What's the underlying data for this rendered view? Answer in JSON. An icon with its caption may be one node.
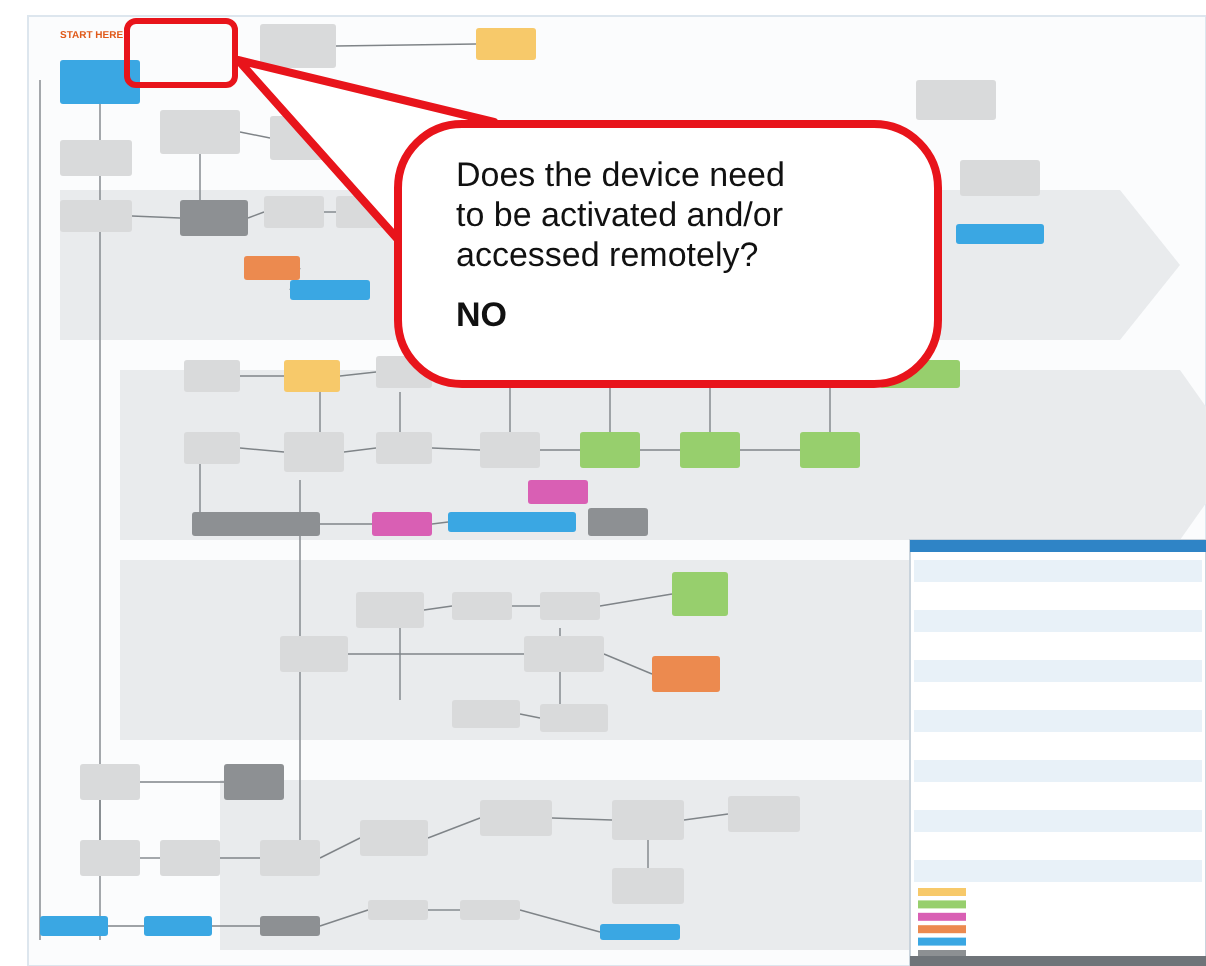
{
  "diagram": {
    "nodes": [
      {
        "text": [
          "Does the device need to be activated and/or accessed remotely?",
          "NO"
        ]
      },
      {
        "text": [],
        "shape": "box"
      }
    ],
    "edges": [
      {
        "from": 0,
        "to": 1,
        "arrow": "both",
        "style": "thick"
      }
    ],
    "labels": [
      "START HERE"
    ]
  }
}
